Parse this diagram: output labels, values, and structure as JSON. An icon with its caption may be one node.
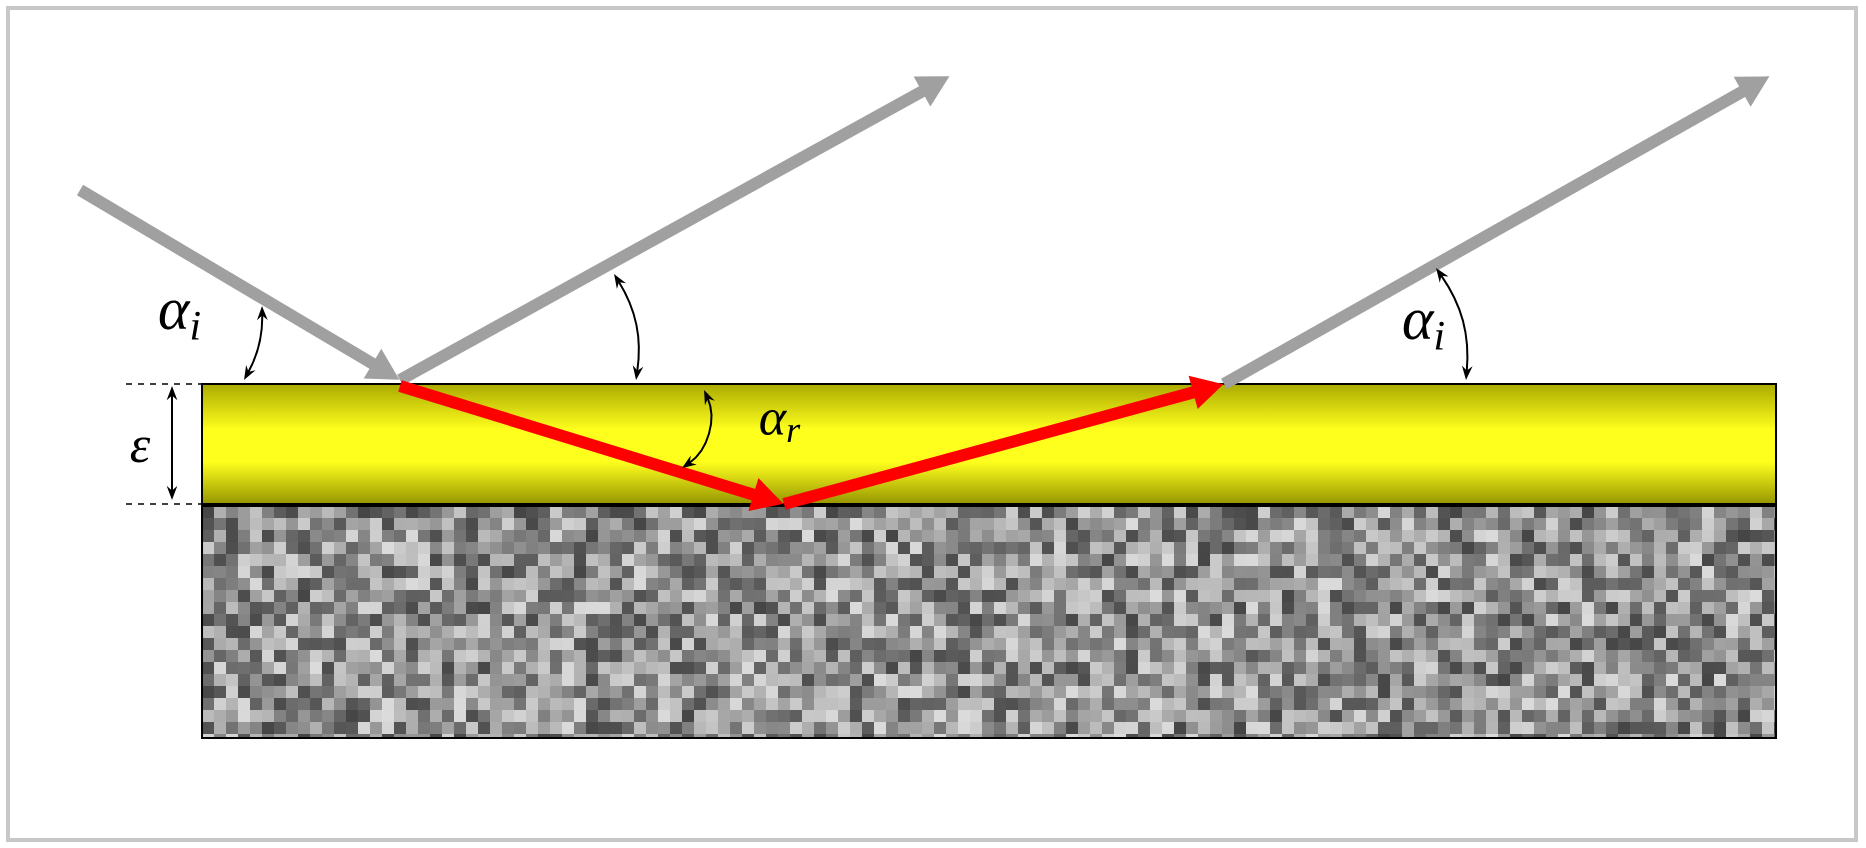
{
  "diagram": {
    "labels": [
      "α$_{i}$",
      "ε",
      "α$_{r}$",
      "α$_{i}$"
    ]
  }
}
